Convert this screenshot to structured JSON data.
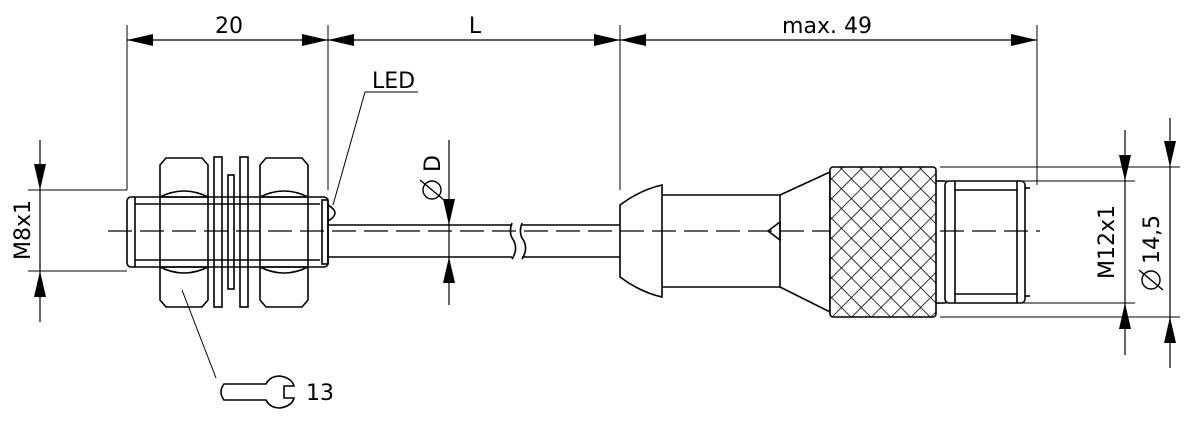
{
  "dimensions": {
    "sensor_length": "20",
    "cable_length": "L",
    "connector_length": "max. 49",
    "cable_diameter": "D",
    "sensor_thread": "M8x1",
    "connector_thread": "M12x1",
    "connector_diameter": "14,5"
  },
  "annotations": {
    "led": "LED",
    "wrench_size": "13"
  }
}
